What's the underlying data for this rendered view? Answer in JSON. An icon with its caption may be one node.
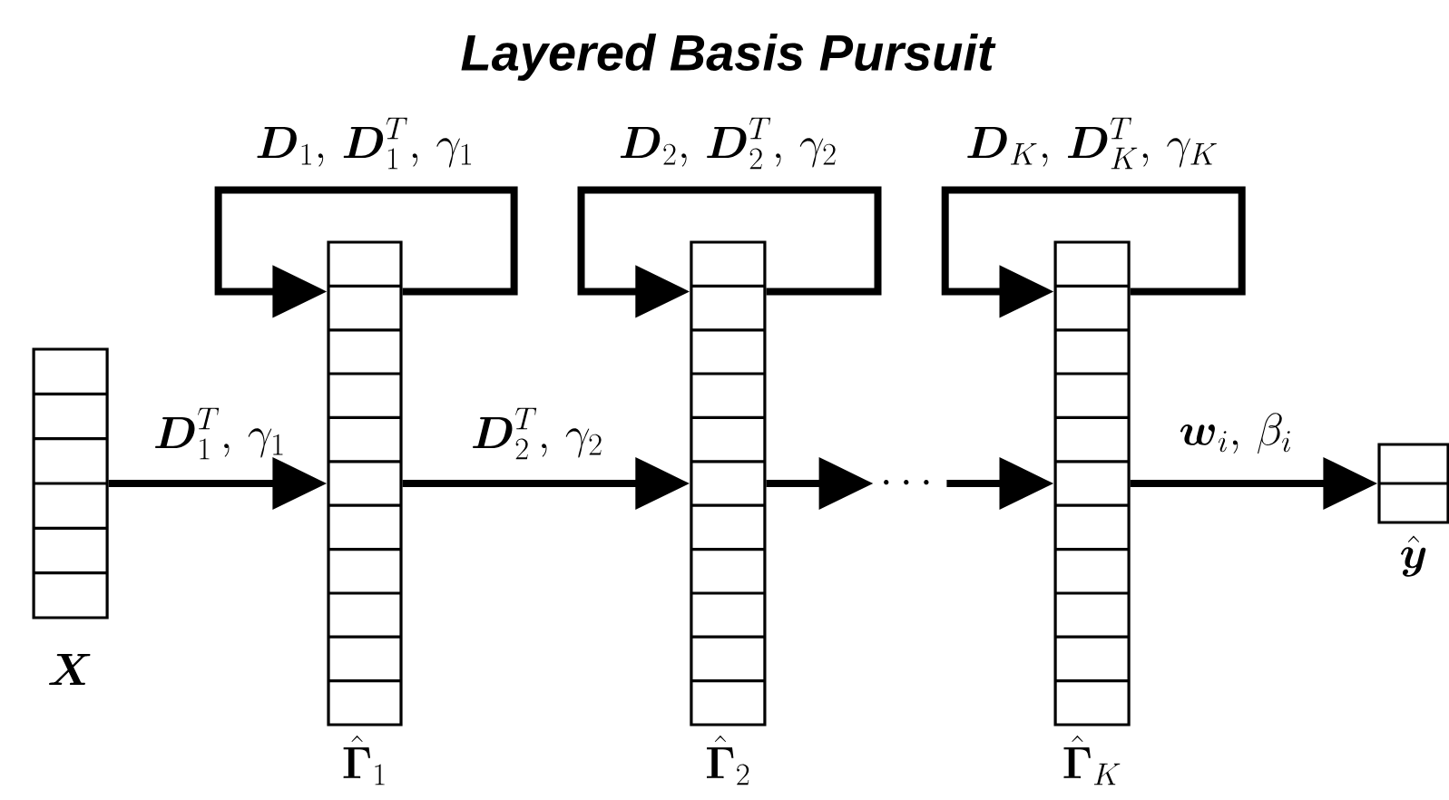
{
  "diagram": {
    "title": "Layered Basis Pursuit",
    "nodes": [
      {
        "text": [
          "\\boldsymbol{X}"
        ]
      },
      {
        "text": [
          "\\hat{\\boldsymbol{\\Gamma}}_1"
        ]
      },
      {
        "text": [
          "\\hat{\\boldsymbol{\\Gamma}}_2"
        ]
      },
      {
        "text": [
          "\\cdots"
        ]
      },
      {
        "text": [
          "\\hat{\\boldsymbol{\\Gamma}}_K"
        ]
      },
      {
        "text": [
          "\\hat{\\boldsymbol{y}}"
        ]
      }
    ],
    "edges": [
      {
        "from": 0,
        "to": 1,
        "arrow": "to",
        "label": "\\boldsymbol{D}_1^T,\\, \\gamma_1"
      },
      {
        "from": 1,
        "to": 2,
        "arrow": "to",
        "label": "\\boldsymbol{D}_2^T,\\, \\gamma_2"
      },
      {
        "from": 2,
        "to": 3,
        "arrow": "to"
      },
      {
        "from": 3,
        "to": 4,
        "arrow": "to"
      },
      {
        "from": 4,
        "to": 5,
        "arrow": "to",
        "label": "\\boldsymbol{w}_i,\\, \\beta_i"
      },
      {
        "from": 1,
        "to": 1,
        "arrow": "to",
        "label": "\\boldsymbol{D}_1,\\, \\boldsymbol{D}_1^T,\\, \\gamma_1"
      },
      {
        "from": 2,
        "to": 2,
        "arrow": "to",
        "label": "\\boldsymbol{D}_2,\\, \\boldsymbol{D}_2^T,\\, \\gamma_2"
      },
      {
        "from": 4,
        "to": 4,
        "arrow": "to",
        "label": "\\boldsymbol{D}_K,\\, \\boldsymbol{D}_K^T,\\, \\gamma_K"
      }
    ]
  }
}
